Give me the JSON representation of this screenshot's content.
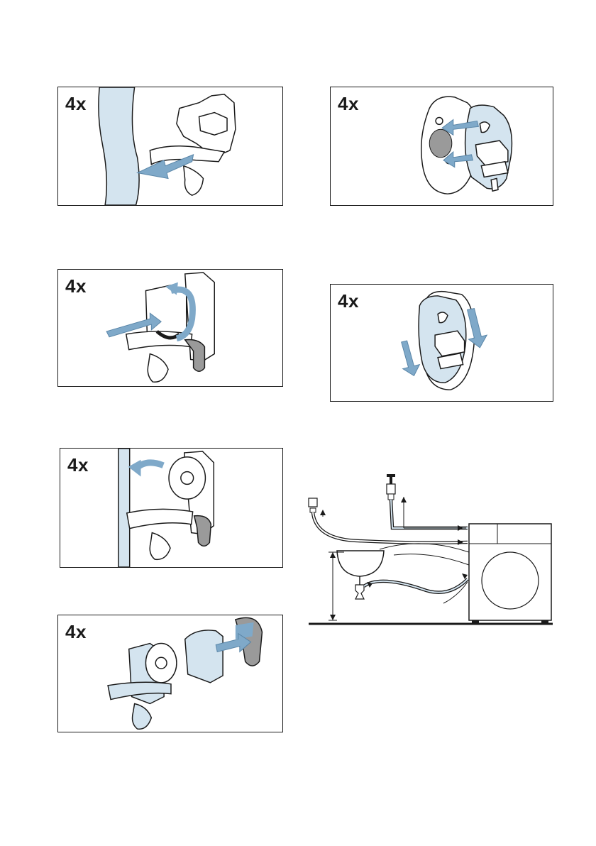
{
  "steps": [
    {
      "count": "4x"
    },
    {
      "count": "4x"
    },
    {
      "count": "4x"
    },
    {
      "count": "4x"
    },
    {
      "count": "4x"
    },
    {
      "count": "4x"
    }
  ],
  "colors": {
    "accent_blue": "#7fa9c9",
    "light_blue": "#d4e4ef",
    "grey_part": "#9a9a9a",
    "line": "#1a1a1a"
  }
}
